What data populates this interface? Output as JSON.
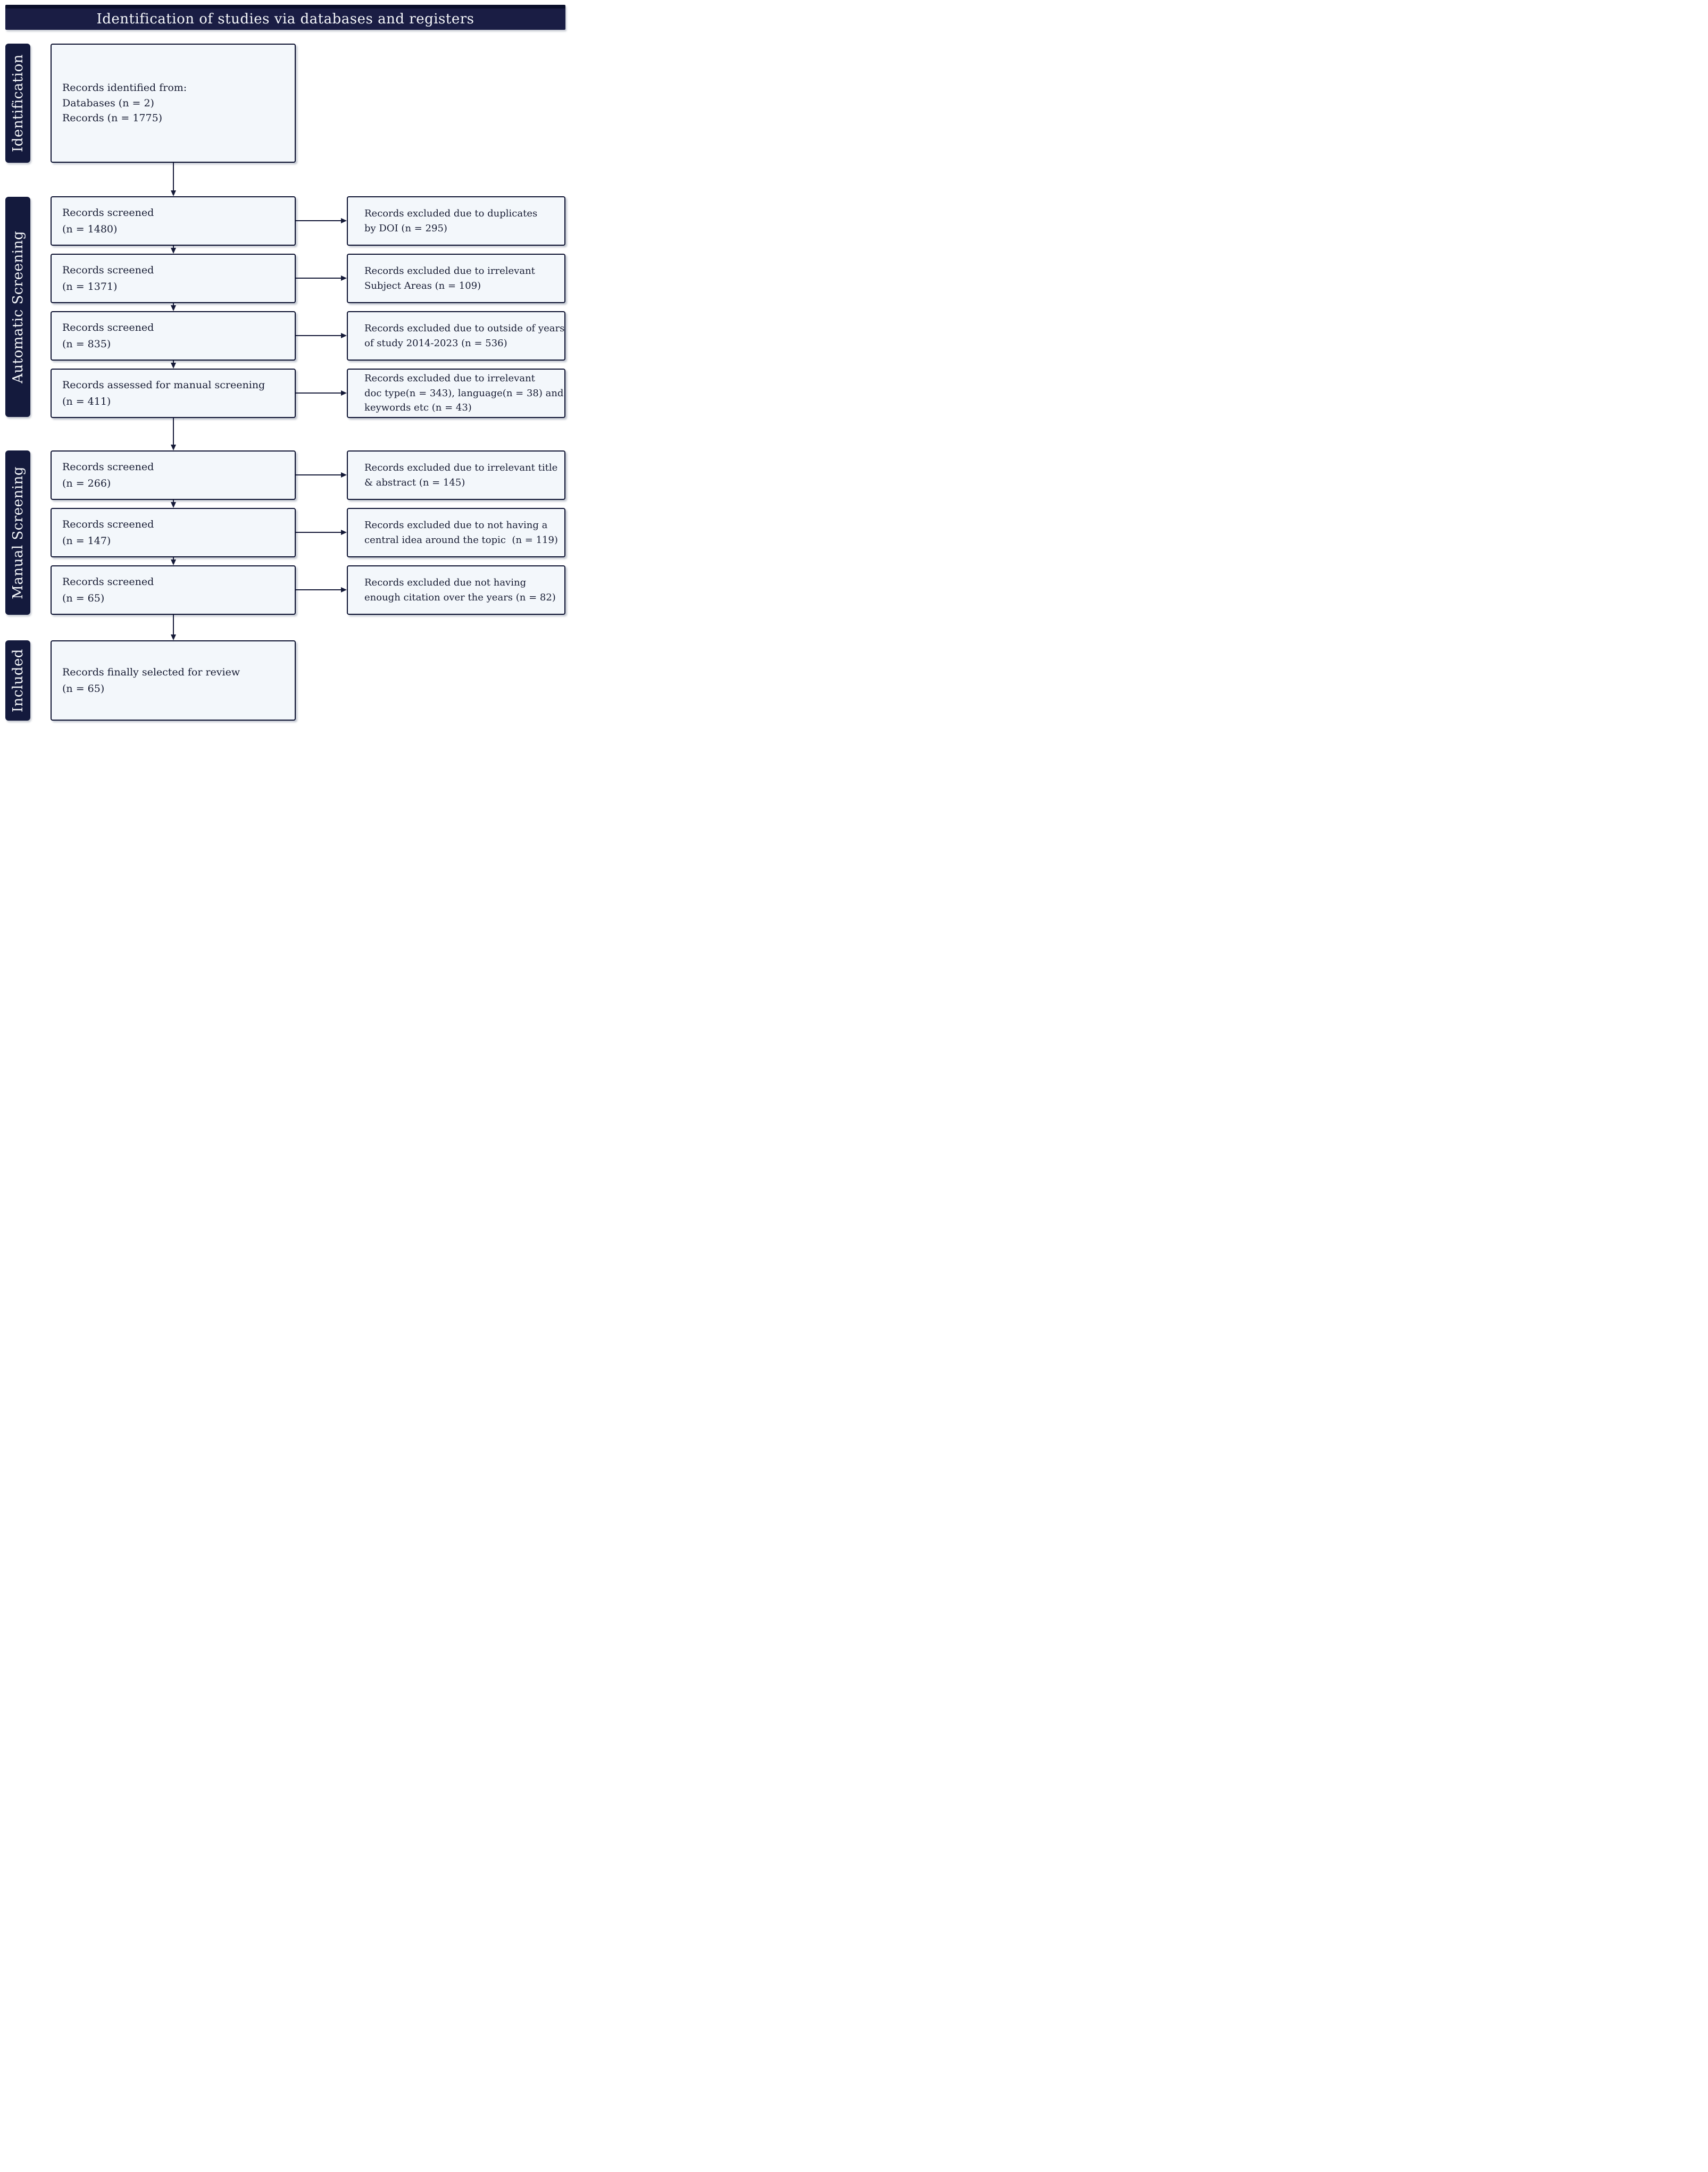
{
  "title": "Identification of studies via databases and registers",
  "colors": {
    "navy": "#141a3d",
    "title_bar": "#1a1d44",
    "box_fill": "#f3f7fb",
    "box_border": "#0d1231",
    "text": "#171c33",
    "label_text": "#f5f7fa"
  },
  "stages": [
    {
      "label": "Identification"
    },
    {
      "label": "Automatic Screening"
    },
    {
      "label": "Manual Screening"
    },
    {
      "label": "Included"
    }
  ],
  "flow_boxes": [
    {
      "lines": [
        "Records identified from:",
        "Databases (n = 2)",
        "Records (n = 1775)"
      ]
    },
    {
      "lines": [
        "Records screened",
        "(n = 1480)"
      ]
    },
    {
      "lines": [
        "Records screened",
        "(n = 1371)"
      ]
    },
    {
      "lines": [
        "Records screened",
        "(n = 835)"
      ]
    },
    {
      "lines": [
        "Records assessed for manual screening",
        "(n = 411)"
      ]
    },
    {
      "lines": [
        "Records screened",
        "(n = 266)"
      ]
    },
    {
      "lines": [
        "Records screened",
        "(n = 147)"
      ]
    },
    {
      "lines": [
        "Records screened",
        "(n = 65)"
      ]
    },
    {
      "lines": [
        "Records finally selected for review",
        "(n = 65)"
      ]
    }
  ],
  "exclusion_boxes": [
    {
      "lines": [
        "Records excluded due to duplicates",
        "by DOI (n = 295)"
      ]
    },
    {
      "lines": [
        "Records excluded due to irrelevant",
        "Subject Areas (n = 109)"
      ]
    },
    {
      "lines": [
        "Records excluded due to outside of years",
        "of study 2014-2023 (n = 536)"
      ]
    },
    {
      "lines": [
        "Records excluded due to irrelevant",
        "doc type(n = 343), language(n = 38) and",
        "keywords etc (n = 43)"
      ]
    },
    {
      "lines": [
        "Records excluded due to irrelevant title",
        "& abstract (n = 145)"
      ]
    },
    {
      "lines": [
        "Records excluded due to not having a",
        "central idea around the topic  (n = 119)"
      ]
    },
    {
      "lines": [
        "Records excluded due not having",
        "enough citation over the years (n = 82)"
      ]
    }
  ]
}
